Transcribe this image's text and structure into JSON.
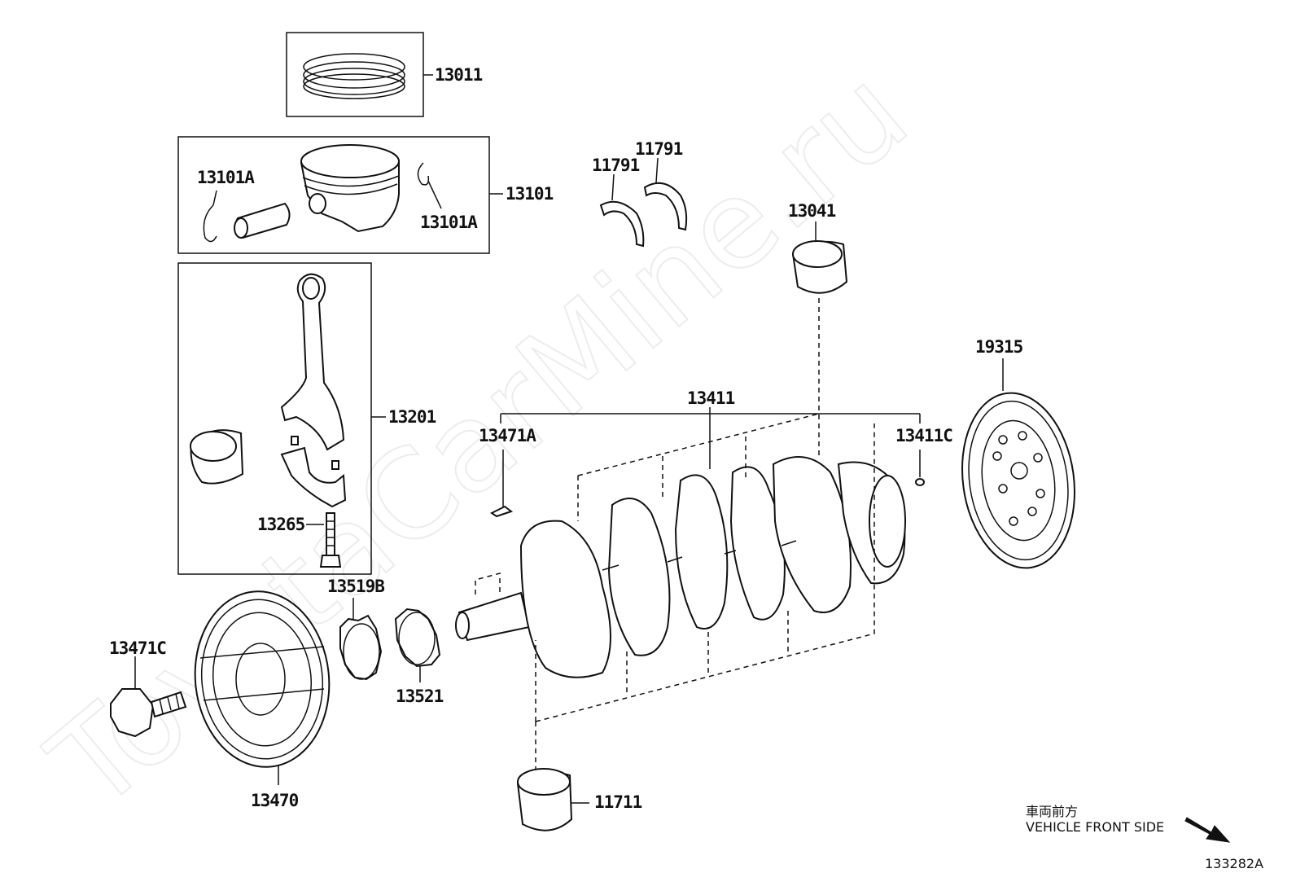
{
  "watermark": "ToyotaCarMine.ru",
  "parts": {
    "p13011": "13011",
    "p13101": "13101",
    "p13101A_left": "13101A",
    "p13101A_right": "13101A",
    "p13201": "13201",
    "p13265": "13265",
    "p11791_left": "11791",
    "p11791_right": "11791",
    "p13041": "13041",
    "p19315": "19315",
    "p13411": "13411",
    "p13471A": "13471A",
    "p13411C": "13411C",
    "p13519B": "13519B",
    "p13521": "13521",
    "p13471C": "13471C",
    "p13470": "13470",
    "p11711": "11711"
  },
  "footer": {
    "front_jp": "車両前方",
    "front_en": "VEHICLE FRONT SIDE",
    "diagram_id": "133282A"
  },
  "colors": {
    "line": "#111111",
    "watermark": "#ececec",
    "background": "#ffffff"
  }
}
